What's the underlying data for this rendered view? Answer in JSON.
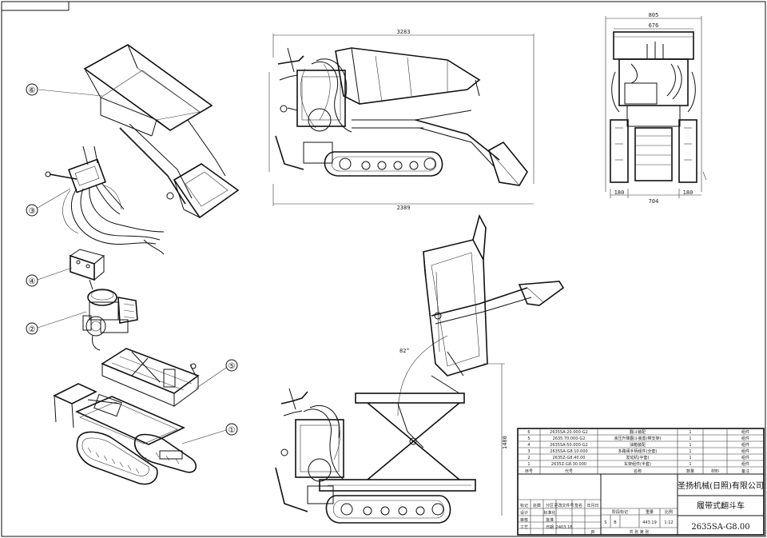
{
  "exploded_view": {
    "callouts": [
      "⑥",
      "③",
      "④",
      "②",
      "⑤",
      "①"
    ]
  },
  "side_view": {
    "dims": {
      "overall_length": "3283",
      "wheelbase": "2389"
    }
  },
  "front_view": {
    "dims": {
      "overall_width": "805",
      "inner_width": "676",
      "track_left": "180",
      "track_gap": "704",
      "track_right": "180"
    }
  },
  "dump_view": {
    "angle_label": "82°",
    "height_label": "1480"
  },
  "title_block": {
    "bom_rows": [
      {
        "no": "6",
        "code": "2635SA-20.000-G2",
        "name": "翻斗装配",
        "qty": "1",
        "note": "组件"
      },
      {
        "no": "5",
        "code": "2635.70.000-G2",
        "name": "液压升降翻斗装置(带支架)",
        "qty": "1",
        "note": "组件"
      },
      {
        "no": "4",
        "code": "2635SA-50.000-G2",
        "name": "油箱装配",
        "qty": "1",
        "note": "组件"
      },
      {
        "no": "3",
        "code": "2635SA-G8.10.000",
        "name": "多路阀手柄组件(全套)",
        "qty": "1",
        "note": "组件"
      },
      {
        "no": "2",
        "code": "2635Z-G8.40.00",
        "name": "发动机(半套)",
        "qty": "1",
        "note": "组件"
      },
      {
        "no": "1",
        "code": "2635Z-G8.30.000",
        "name": "车架组件(半套)",
        "qty": "1",
        "note": "组件"
      }
    ],
    "bom_header": {
      "no": "序号",
      "code": "代号",
      "name": "名称",
      "qty": "数量",
      "mat": "材料",
      "note": "备注"
    },
    "company": "圣扬机械(日照)有限公司",
    "product": "履带式翻斗车",
    "drawing_no": "2635SA-G8.00",
    "scale_label": "比例",
    "scale": "1:12",
    "weight_label": "重量",
    "weight": "443.19",
    "stage_label": "阶段标记",
    "stage": "S",
    "stage2": "B",
    "sign_rows": [
      {
        "role": "标记",
        "a": "处数",
        "b": "分区",
        "c": "更改文件号",
        "d": "签名",
        "e": "年月日"
      },
      {
        "role": "设计",
        "a": "",
        "b": "标准化",
        "c": "",
        "d": "",
        "e": ""
      },
      {
        "role": "审核",
        "a": "",
        "b": "批准",
        "c": "",
        "d": "",
        "e": ""
      },
      {
        "role": "工艺",
        "a": "",
        "b": "日期",
        "c": "2403.18",
        "d": "",
        "e": ""
      }
    ],
    "sheet_label": "共 张 第 张",
    "sheet_short": "JB"
  }
}
